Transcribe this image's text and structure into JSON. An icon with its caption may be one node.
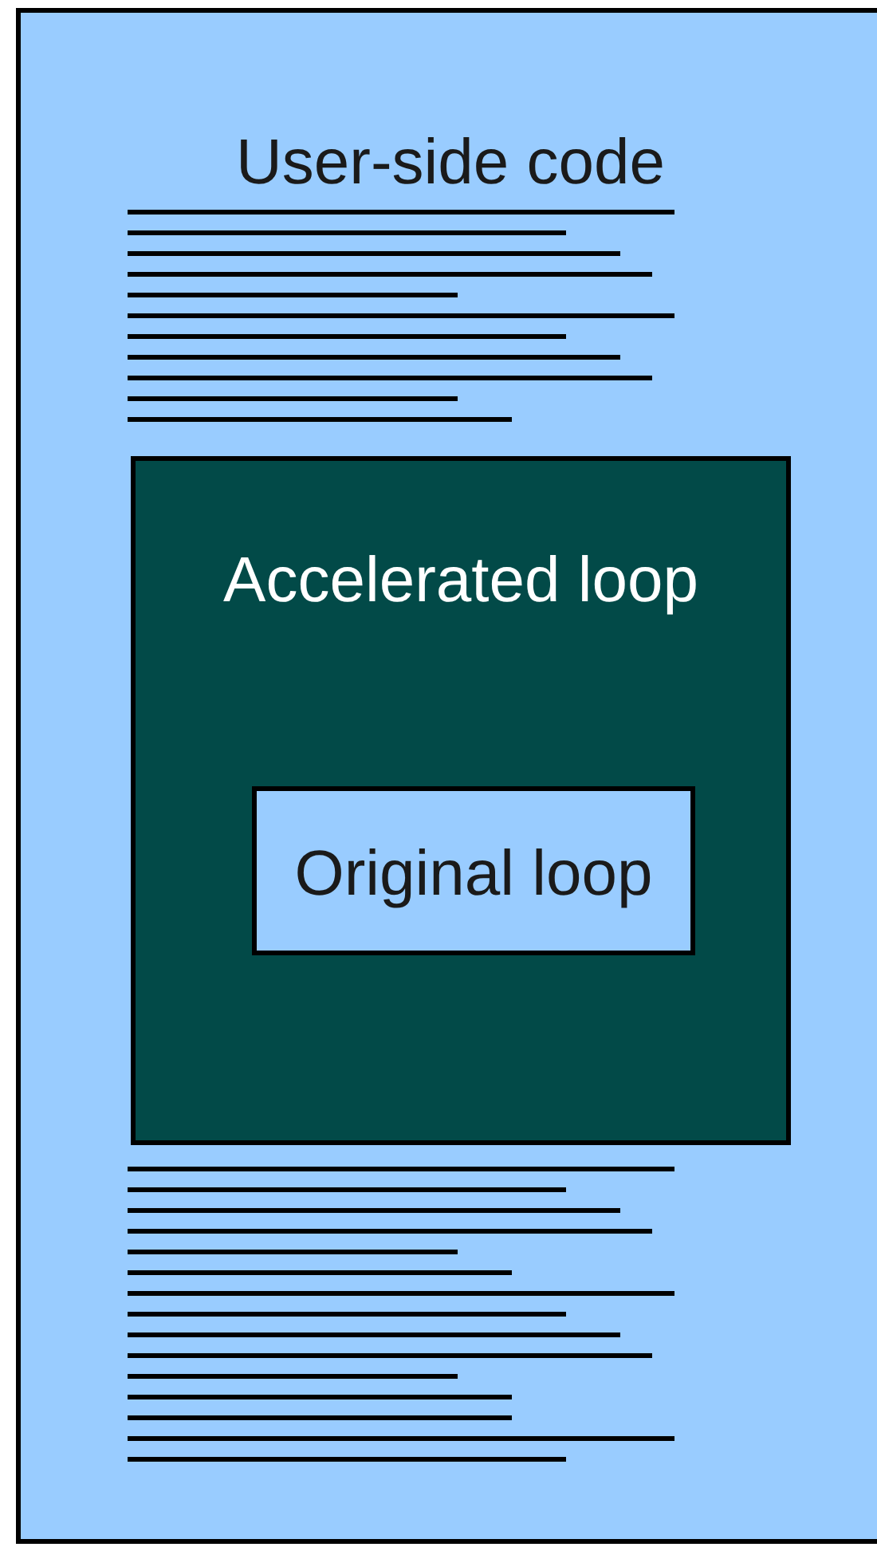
{
  "diagram": {
    "nodes": [
      {
        "text": [
          "User-side code"
        ]
      },
      {
        "text": [
          "Accelerated loop"
        ],
        "in": 0
      },
      {
        "text": [
          "Original loop"
        ],
        "in": 1
      }
    ]
  }
}
